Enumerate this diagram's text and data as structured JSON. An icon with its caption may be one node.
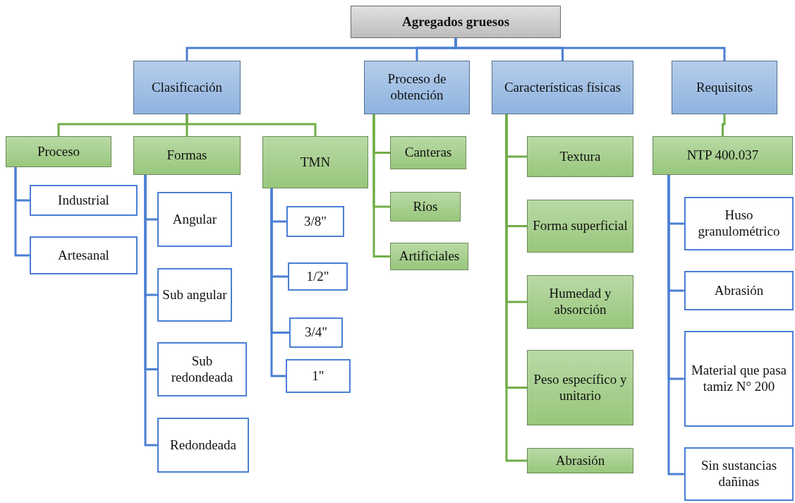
{
  "diagram": {
    "nodes": [
      {
        "text": [
          "Agregados gruesos"
        ]
      },
      {
        "text": [
          "Clasificación"
        ]
      },
      {
        "text": [
          "Proceso de obtención"
        ]
      },
      {
        "text": [
          "Características físicas"
        ]
      },
      {
        "text": [
          "Requisitos"
        ]
      },
      {
        "text": [
          "Proceso"
        ]
      },
      {
        "text": [
          "Formas"
        ]
      },
      {
        "text": [
          "TMN"
        ]
      },
      {
        "text": [
          "Industrial"
        ]
      },
      {
        "text": [
          "Artesanal"
        ]
      },
      {
        "text": [
          "Angular"
        ]
      },
      {
        "text": [
          "Sub angular"
        ]
      },
      {
        "text": [
          "Sub redondeada"
        ]
      },
      {
        "text": [
          "Redondeada"
        ]
      },
      {
        "text": [
          "3/8\""
        ]
      },
      {
        "text": [
          "1/2\""
        ]
      },
      {
        "text": [
          "3/4\""
        ]
      },
      {
        "text": [
          "1\""
        ]
      },
      {
        "text": [
          "Canteras"
        ]
      },
      {
        "text": [
          "Ríos"
        ]
      },
      {
        "text": [
          "Artificiales"
        ]
      },
      {
        "text": [
          "Textura"
        ]
      },
      {
        "text": [
          "Forma superficial"
        ]
      },
      {
        "text": [
          "Humedad y absorción"
        ]
      },
      {
        "text": [
          "Peso específico y unitario"
        ]
      },
      {
        "text": [
          "Abrasión"
        ]
      },
      {
        "text": [
          "NTP 400.037"
        ]
      },
      {
        "text": [
          "Huso granulométrico"
        ]
      },
      {
        "text": [
          "Abrasión"
        ]
      },
      {
        "text": [
          "Material que pasa tamiz N° 200"
        ]
      },
      {
        "text": [
          "Sin sustancias dañinas"
        ]
      }
    ],
    "edges": [
      {
        "from": 0,
        "to": 1,
        "arrow": "none"
      },
      {
        "from": 0,
        "to": 2,
        "arrow": "none"
      },
      {
        "from": 0,
        "to": 3,
        "arrow": "none"
      },
      {
        "from": 0,
        "to": 4,
        "arrow": "none"
      },
      {
        "from": 1,
        "to": 5,
        "arrow": "none",
        "color": "#70ad47"
      },
      {
        "from": 1,
        "to": 6,
        "arrow": "none",
        "color": "#70ad47"
      },
      {
        "from": 1,
        "to": 7,
        "arrow": "none",
        "color": "#70ad47"
      },
      {
        "from": 5,
        "to": 8,
        "arrow": "none"
      },
      {
        "from": 5,
        "to": 9,
        "arrow": "none"
      },
      {
        "from": 6,
        "to": 10,
        "arrow": "none"
      },
      {
        "from": 6,
        "to": 11,
        "arrow": "none"
      },
      {
        "from": 6,
        "to": 12,
        "arrow": "none"
      },
      {
        "from": 6,
        "to": 13,
        "arrow": "none"
      },
      {
        "from": 7,
        "to": 14,
        "arrow": "none"
      },
      {
        "from": 7,
        "to": 15,
        "arrow": "none"
      },
      {
        "from": 7,
        "to": 16,
        "arrow": "none"
      },
      {
        "from": 7,
        "to": 17,
        "arrow": "none"
      },
      {
        "from": 2,
        "to": 18,
        "arrow": "none",
        "color": "#70ad47"
      },
      {
        "from": 2,
        "to": 19,
        "arrow": "none",
        "color": "#70ad47"
      },
      {
        "from": 2,
        "to": 20,
        "arrow": "none",
        "color": "#70ad47"
      },
      {
        "from": 3,
        "to": 21,
        "arrow": "none",
        "color": "#70ad47"
      },
      {
        "from": 3,
        "to": 22,
        "arrow": "none",
        "color": "#70ad47"
      },
      {
        "from": 3,
        "to": 23,
        "arrow": "none",
        "color": "#70ad47"
      },
      {
        "from": 3,
        "to": 24,
        "arrow": "none",
        "color": "#70ad47"
      },
      {
        "from": 3,
        "to": 25,
        "arrow": "none",
        "color": "#70ad47"
      },
      {
        "from": 4,
        "to": 26,
        "arrow": "none",
        "color": "#70ad47"
      },
      {
        "from": 26,
        "to": 27,
        "arrow": "none"
      },
      {
        "from": 26,
        "to": 28,
        "arrow": "none"
      },
      {
        "from": 26,
        "to": 29,
        "arrow": "none"
      },
      {
        "from": 26,
        "to": 30,
        "arrow": "none"
      }
    ]
  }
}
